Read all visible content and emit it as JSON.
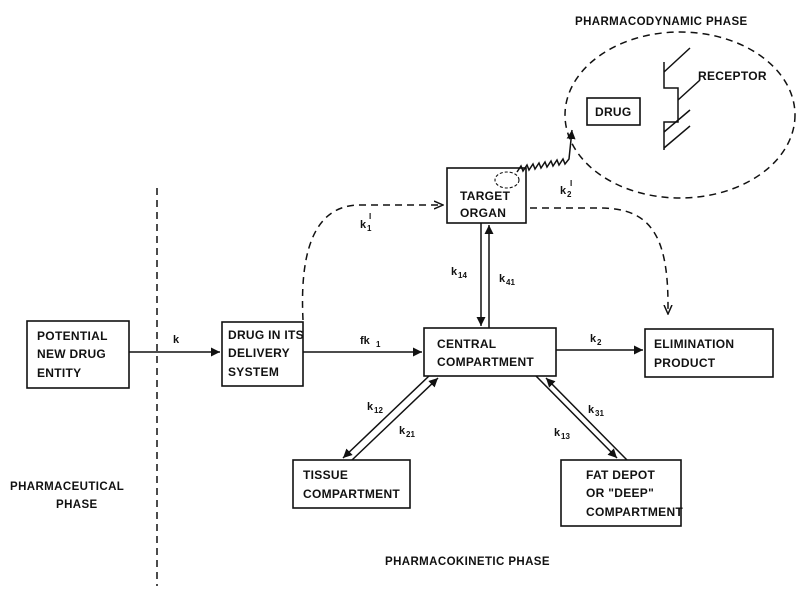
{
  "phases": {
    "pharmacodynamic": "PHARMACODYNAMIC PHASE",
    "pharmaceutical_1": "PHARMACEUTICAL",
    "pharmaceutical_2": "PHASE",
    "pharmacokinetic": "PHARMACOKINETIC PHASE"
  },
  "nodes": {
    "potential": [
      "POTENTIAL",
      "NEW DRUG",
      "ENTITY"
    ],
    "delivery": [
      "DRUG IN ITS",
      "DELIVERY",
      "SYSTEM"
    ],
    "central": [
      "CENTRAL",
      "COMPARTMENT"
    ],
    "elimination": [
      "ELIMINATION",
      "PRODUCT"
    ],
    "target": [
      "TARGET",
      "ORGAN"
    ],
    "tissue": [
      "TISSUE",
      "COMPARTMENT"
    ],
    "fat": [
      "FAT DEPOT",
      "OR \"DEEP\"",
      "COMPARTMENT"
    ],
    "drug": "DRUG",
    "receptor": "RECEPTOR"
  },
  "rates": {
    "k": {
      "main": "k",
      "sub": ""
    },
    "fk1": {
      "main": "fk",
      "sub": "1"
    },
    "k2": {
      "main": "k",
      "sub": "2"
    },
    "k1p": {
      "main": "k",
      "sub": "1",
      "sup": "I"
    },
    "k2p": {
      "main": "k",
      "sub": "2",
      "sup": "I"
    },
    "k14": {
      "main": "k",
      "sub": "14"
    },
    "k41": {
      "main": "k",
      "sub": "41"
    },
    "k12": {
      "main": "k",
      "sub": "12"
    },
    "k21": {
      "main": "k",
      "sub": "21"
    },
    "k13": {
      "main": "k",
      "sub": "13"
    },
    "k31": {
      "main": "k",
      "sub": "31"
    }
  }
}
